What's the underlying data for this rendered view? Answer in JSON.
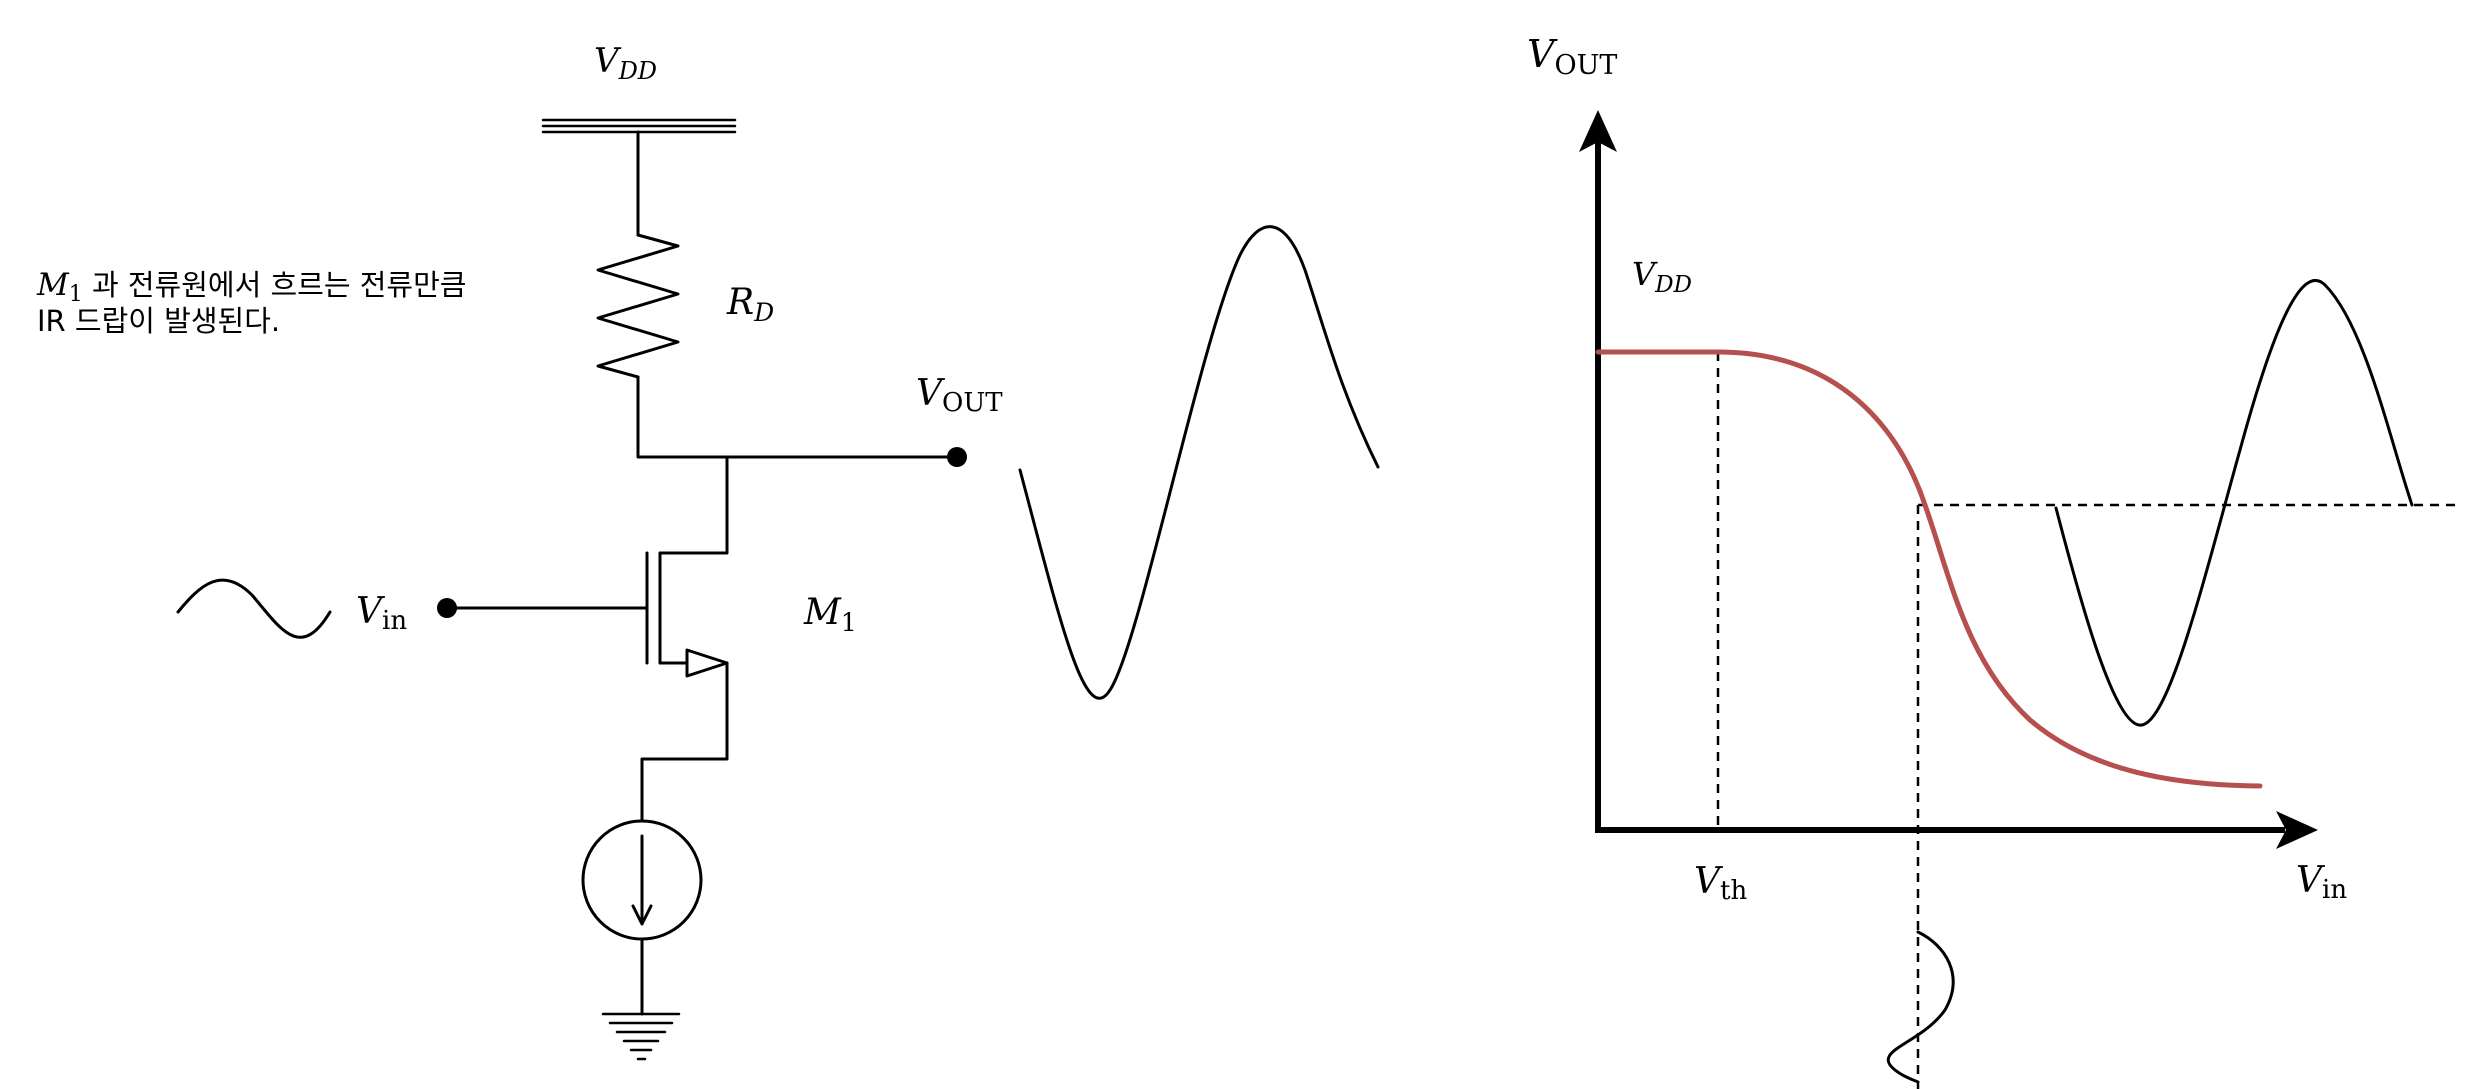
{
  "circuit": {
    "vdd": {
      "main": "V",
      "sub": "DD"
    },
    "rd": {
      "main": "R",
      "sub": "D"
    },
    "vout": {
      "main": "V",
      "sub": "OUT"
    },
    "vin": {
      "main": "V",
      "sub": "in"
    },
    "m1": {
      "main": "M",
      "sub": "1"
    },
    "note": {
      "line1_math_main": "M",
      "line1_math_sub": "1",
      "line1_text": " 과 전류원에서 흐르는 전류만큼",
      "line2_text": "IR 드랍이 발생된다."
    }
  },
  "transfer_plot": {
    "y_axis": {
      "main": "V",
      "sub": "OUT"
    },
    "x_axis": {
      "main": "V",
      "sub": "in"
    },
    "vdd": {
      "main": "V",
      "sub": "DD"
    },
    "vth": {
      "main": "V",
      "sub": "th"
    },
    "curve_color": "#b5504e"
  }
}
